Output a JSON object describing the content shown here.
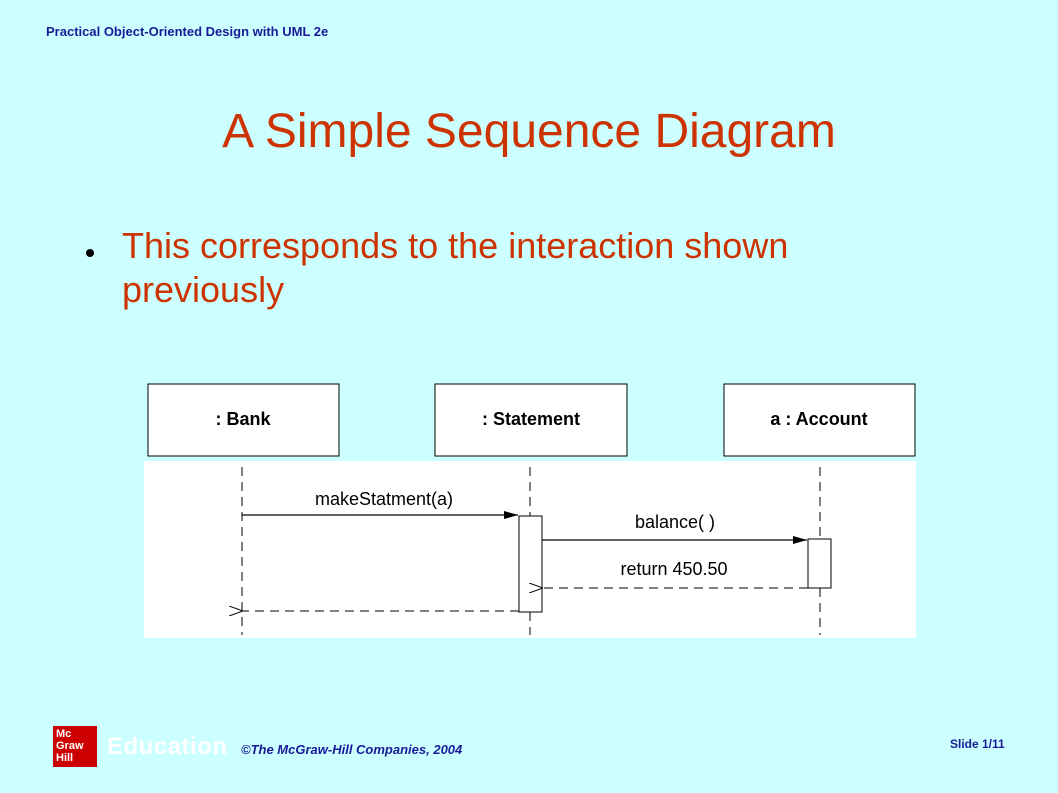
{
  "header": {
    "course_title": "Practical Object-Oriented Design with UML 2e"
  },
  "slide": {
    "title": "A Simple Sequence Diagram",
    "bullets": [
      "This corresponds to the interaction shown previously"
    ]
  },
  "diagram": {
    "lifelines": [
      ": Bank",
      ": Statement",
      "a : Account"
    ],
    "messages": [
      {
        "label": "makeStatment(a)",
        "from": ": Bank",
        "to": ": Statement",
        "kind": "call"
      },
      {
        "label": "balance( )",
        "from": ": Statement",
        "to": "a : Account",
        "kind": "call"
      },
      {
        "label": "return 450.50",
        "from": "a : Account",
        "to": ": Statement",
        "kind": "return"
      },
      {
        "label": "",
        "from": ": Statement",
        "to": ": Bank",
        "kind": "return"
      }
    ]
  },
  "footer": {
    "logo_text": "Mc Graw Hill",
    "logo_word": "Education",
    "copyright": "©The McGraw-Hill Companies, 2004",
    "slide_number": "Slide 1/11"
  },
  "colors": {
    "background": "#ccffff",
    "title": "#cc3300",
    "footer_text": "#1a1a99"
  }
}
